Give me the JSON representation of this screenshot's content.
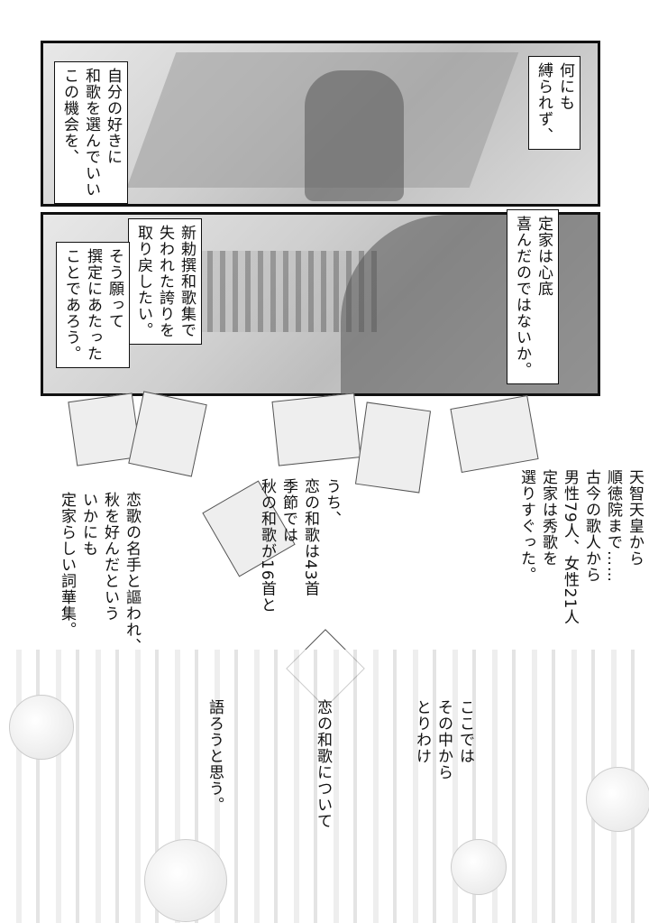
{
  "panel1": {
    "caption_right": [
      "何にも",
      "縛られず、"
    ],
    "caption_left": [
      "自分の好きに",
      "和歌を選んでいい",
      "この機会を、"
    ]
  },
  "panel2": {
    "caption_right": [
      "定家は心底",
      "喜んだのではないか。"
    ],
    "caption_middle": [
      "新勅撰和歌集で",
      "失われた誇りを",
      "取り戻したい。"
    ],
    "caption_left": [
      "そう願って",
      "撰定にあたった",
      "ことであろう。"
    ]
  },
  "narration": {
    "block1": [
      "天智天皇から",
      "順徳院まで……",
      "古今の歌人から",
      "男性79人、女性21人",
      "定家は秀歌を",
      "選りすぐった。"
    ],
    "block2": [
      "うち、",
      "恋の和歌は43首",
      "季節では",
      "秋の和歌が16首と"
    ],
    "block3": [
      "恋歌の名手と謳われ、",
      "秋を好んだという",
      "いかにも",
      "定家らしい詞華集。"
    ],
    "block4": [
      "ここでは",
      "その中から",
      "とりわけ"
    ],
    "block5": [
      "恋の和歌について"
    ],
    "block6": [
      "語ろうと思う。"
    ]
  }
}
